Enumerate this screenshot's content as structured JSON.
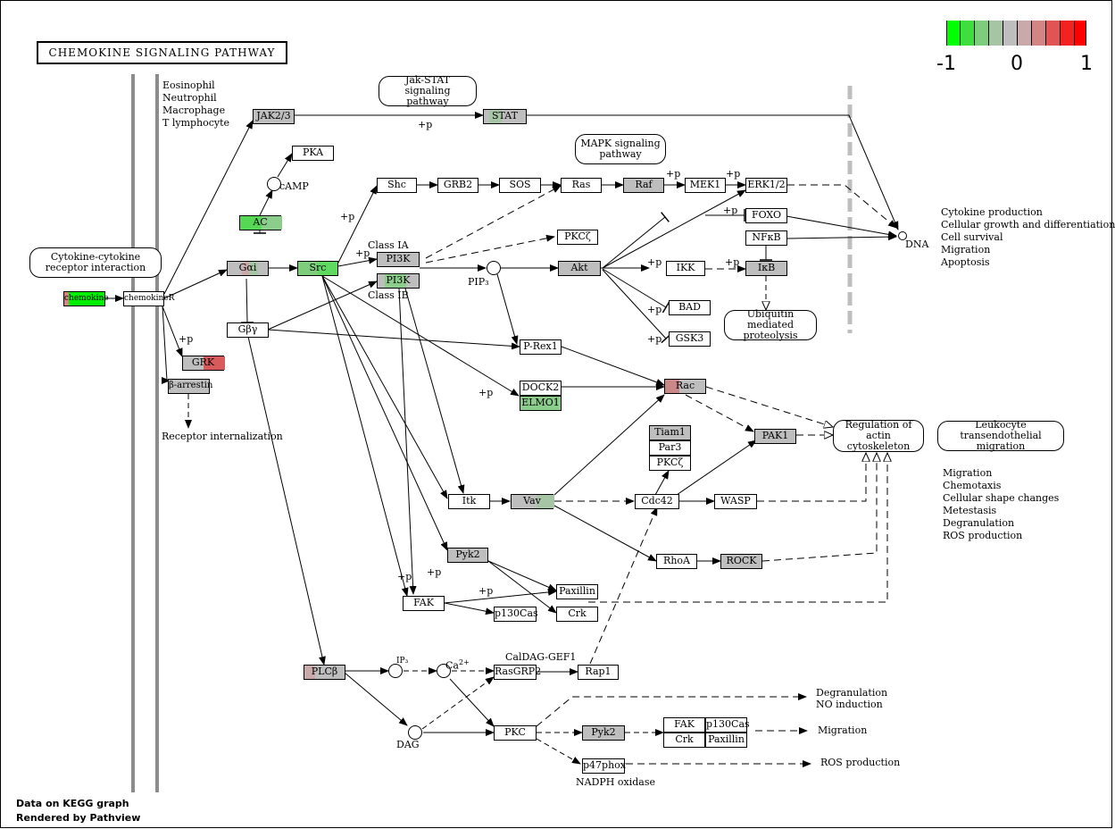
{
  "title": "CHEMOKINE SIGNALING PATHWAY",
  "footer": {
    "line1": "Data on KEGG graph",
    "line2": "Rendered by Pathview"
  },
  "legend": {
    "colors": [
      "#00ff00",
      "#3ede3e",
      "#7dcd7d",
      "#a5c5a5",
      "#bebebe",
      "#c9a9a9",
      "#d38585",
      "#e05454",
      "#f22222",
      "#ff0000"
    ],
    "tick_min": "-1",
    "tick_mid": "0",
    "tick_max": "1"
  },
  "nodes": {
    "chemokine": "chemokine",
    "chemokineR": "chemokineR",
    "grk": "GRK",
    "barrestin": "β-arrestin",
    "jak": "JAK2/3",
    "stat": "STAT",
    "pka": "PKA",
    "ac": "AC",
    "gai": "Gαi",
    "gby": "Gβγ",
    "src": "Src",
    "shc": "Shc",
    "grb2": "GRB2",
    "sos": "SOS",
    "ras": "Ras",
    "raf": "Raf",
    "mek1": "MEK1",
    "erk": "ERK1/2",
    "foxo": "FOXO",
    "nfkb": "NFκB",
    "ikb": "IκB",
    "ikk": "IKK",
    "akt": "Akt",
    "bad": "BAD",
    "gsk3": "GSK3",
    "pkcz": "PKCζ",
    "pi3k_a": "PI3K",
    "pi3k_b": "PI3K",
    "prex1": "P-Rex1",
    "dock2": "DOCK2",
    "elmo1": "ELMO1",
    "rac": "Rac",
    "tiam1": "Tiam1",
    "par3": "Par3",
    "pkcz2": "PKCζ",
    "pak1": "PAK1",
    "itk": "Itk",
    "vav": "Vav",
    "cdc42": "Cdc42",
    "wasp": "WASP",
    "rhoa": "RhoA",
    "rock": "ROCK",
    "pyk2": "Pyk2",
    "paxillin": "Paxillin",
    "fak": "FAK",
    "p130cas": "p130Cas",
    "crk": "Crk",
    "plcb": "PLCβ",
    "rasgrp2": "RasGRP2",
    "rap1": "Rap1",
    "pkc": "PKC",
    "pyk2b": "Pyk2",
    "fak2": "FAK",
    "p130cas2": "p130Cas",
    "crk2": "Crk",
    "paxillin2": "Paxillin",
    "p47phox": "p47phox"
  },
  "maps": {
    "cytokine": "Cytokine-cytokine receptor interaction",
    "jakstat": "Jak-STAT signaling pathway",
    "mapk": "MAPK signaling pathway",
    "ubiq": "Ubiquitin mediated proteolysis",
    "regulation": "Regulation of actin cytoskeleton",
    "leukocyte": "Leukocyte transendothelial migration"
  },
  "labels": {
    "cells": [
      "Eosinophil",
      "Neutrophil",
      "Macrophage",
      "T lymphocyte"
    ],
    "outputs": [
      "Cytokine production",
      "Cellular growth and differentiation",
      "Cell survival",
      "Migration",
      "Apoptosis"
    ],
    "migration_list": [
      "Migration",
      "Chemotaxis",
      "Cellular shape changes",
      "Metestasis",
      "Degranulation",
      "ROS production"
    ],
    "camp": "cAMP",
    "pip3": "PIP₃",
    "dna": "DNA",
    "ip3": "IP₃",
    "ca": "Ca",
    "ca_sup": "2+",
    "dag": "DAG",
    "class_ia": "Class IA",
    "class_ib": "Class IB",
    "receptor_int": "Receptor internalization",
    "caldag": "CalDAG-GEF1",
    "degranulation": "Degranulation",
    "no_induction": "NO induction",
    "migration": "Migration",
    "ros": "ROS production",
    "nadph": "NADPH oxidase",
    "plus_p": "+p"
  }
}
